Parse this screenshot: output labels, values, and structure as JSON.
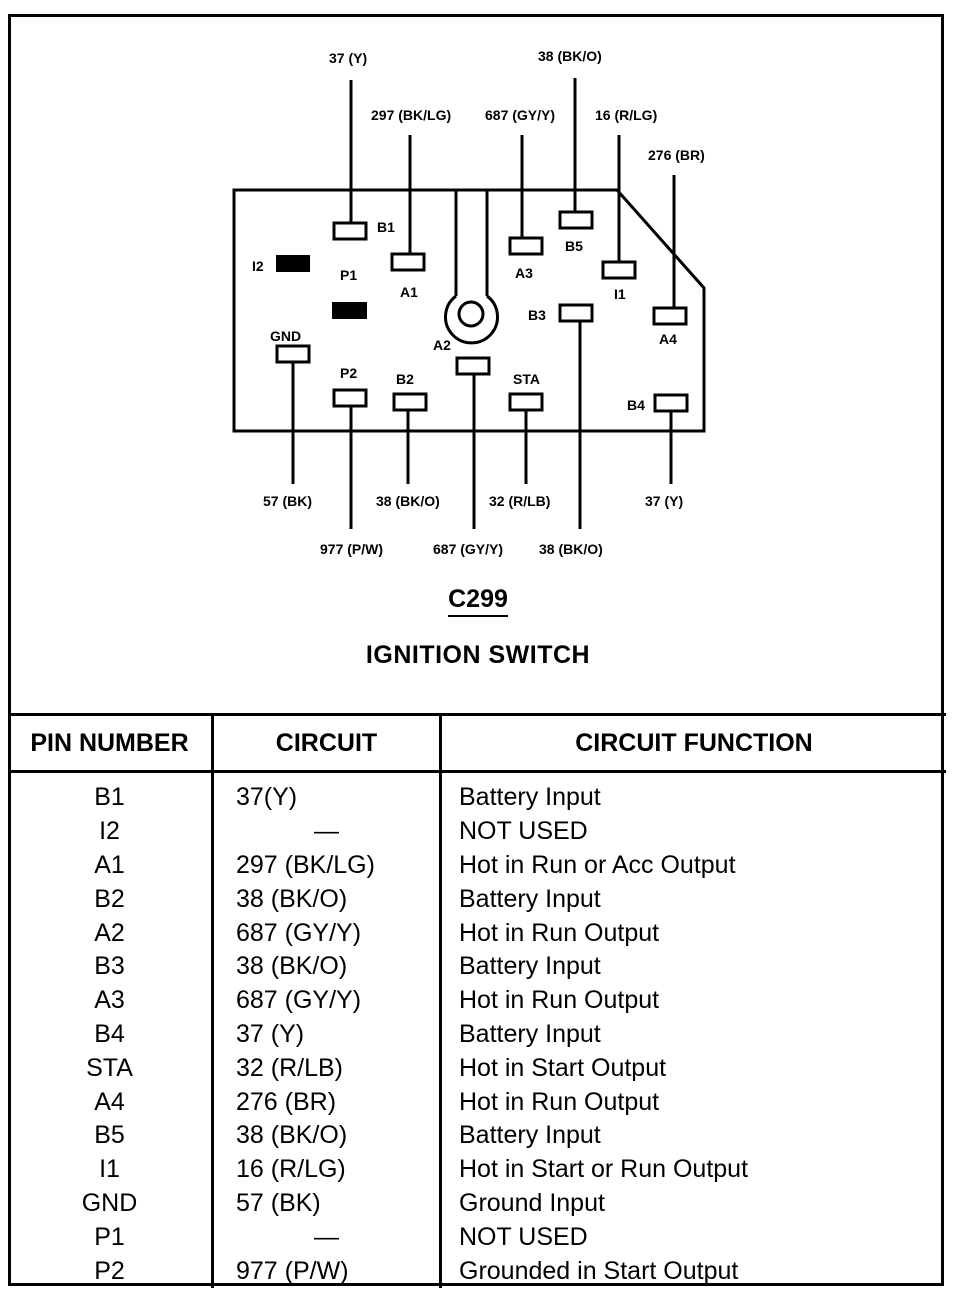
{
  "diagram": {
    "connector_id": "C299",
    "component_name": "IGNITION SWITCH",
    "top_wires": [
      {
        "circuit": "37 (Y)",
        "pin": "B1"
      },
      {
        "circuit": "297 (BK/LG)",
        "pin": "A1"
      },
      {
        "circuit": "687 (GY/Y)",
        "pin": "A3"
      },
      {
        "circuit": "38 (BK/O)",
        "pin": "B5"
      },
      {
        "circuit": "16 (R/LG)",
        "pin": "I1"
      },
      {
        "circuit": "276 (BR)",
        "pin": "A4"
      }
    ],
    "bottom_wires": [
      {
        "circuit": "57 (BK)",
        "pin": "GND"
      },
      {
        "circuit": "977 (P/W)",
        "pin": "P2"
      },
      {
        "circuit": "38 (BK/O)",
        "pin": "B2"
      },
      {
        "circuit": "687 (GY/Y)",
        "pin": "A2"
      },
      {
        "circuit": "32 (R/LB)",
        "pin": "STA"
      },
      {
        "circuit": "38 (BK/O)",
        "pin": "B3"
      },
      {
        "circuit": "37 (Y)",
        "pin": "B4"
      }
    ],
    "pin_labels": {
      "B1": "B1",
      "I2": "I2",
      "P1": "P1",
      "A1": "A1",
      "A3": "A3",
      "B5": "B5",
      "I1": "I1",
      "B3": "B3",
      "A4": "A4",
      "A2": "A2",
      "GND": "GND",
      "P2": "P2",
      "B2": "B2",
      "STA": "STA",
      "B4": "B4"
    }
  },
  "table": {
    "headers": [
      "PIN NUMBER",
      "CIRCUIT",
      "CIRCUIT FUNCTION"
    ],
    "rows": [
      {
        "pin": "B1",
        "circuit": "37(Y)",
        "function": "Battery Input"
      },
      {
        "pin": "I2",
        "circuit": "—",
        "function": "NOT USED"
      },
      {
        "pin": "A1",
        "circuit": "297 (BK/LG)",
        "function": "Hot in Run or Acc Output"
      },
      {
        "pin": "B2",
        "circuit": "38 (BK/O)",
        "function": "Battery Input"
      },
      {
        "pin": "A2",
        "circuit": "687 (GY/Y)",
        "function": "Hot in Run Output"
      },
      {
        "pin": "B3",
        "circuit": "38 (BK/O)",
        "function": "Battery Input"
      },
      {
        "pin": "A3",
        "circuit": "687 (GY/Y)",
        "function": "Hot in Run Output"
      },
      {
        "pin": "B4",
        "circuit": "37 (Y)",
        "function": "Battery Input"
      },
      {
        "pin": "STA",
        "circuit": "32 (R/LB)",
        "function": "Hot in Start Output"
      },
      {
        "pin": "A4",
        "circuit": "276 (BR)",
        "function": "Hot in Run Output"
      },
      {
        "pin": "B5",
        "circuit": "38 (BK/O)",
        "function": "Battery Input"
      },
      {
        "pin": "I1",
        "circuit": "16 (R/LG)",
        "function": "Hot in Start or Run Output"
      },
      {
        "pin": "GND",
        "circuit": "57 (BK)",
        "function": "Ground Input"
      },
      {
        "pin": "P1",
        "circuit": "—",
        "function": "NOT USED"
      },
      {
        "pin": "P2",
        "circuit": "977 (P/W)",
        "function": "Grounded in Start Output"
      }
    ]
  }
}
